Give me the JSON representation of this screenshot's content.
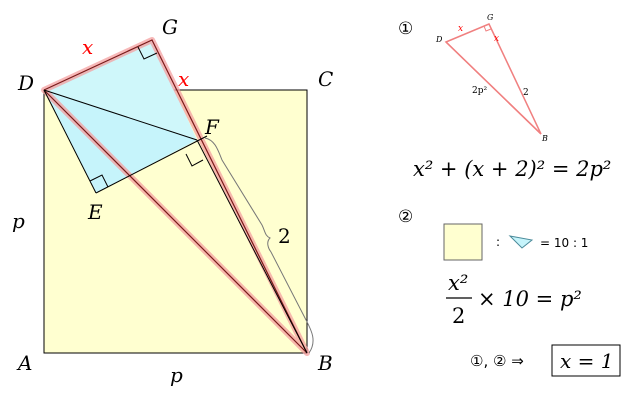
{
  "main_figure": {
    "vertices": {
      "A": "A",
      "B": "B",
      "C": "C",
      "D": "D",
      "E": "E",
      "F": "F",
      "G": "G"
    },
    "side_left": "p",
    "side_bottom": "p",
    "brace_label": "2",
    "x_top": "x",
    "x_right": "x"
  },
  "step1": {
    "marker": "①",
    "mini_labels": {
      "D": "D",
      "G": "G",
      "B": "B",
      "x1": "x",
      "x2": "x",
      "side_dg_b": "2",
      "side_db": "2p²"
    },
    "equation": "x² + (x + 2)² = 2p²"
  },
  "step2": {
    "marker": "②",
    "colon": ":",
    "ratio": "= 10 : 1",
    "fraction_num": "x²",
    "fraction_den": "2",
    "equation_rest": "× 10 = p²"
  },
  "conclusion": {
    "premise": "①, ② ⇒",
    "result": "x = 1"
  },
  "colors": {
    "square_fill": "#ffffd0",
    "kite_fill": "#ccf8fc",
    "highlight": "#f08080",
    "red_label": "#ff0000",
    "line": "#000000"
  }
}
